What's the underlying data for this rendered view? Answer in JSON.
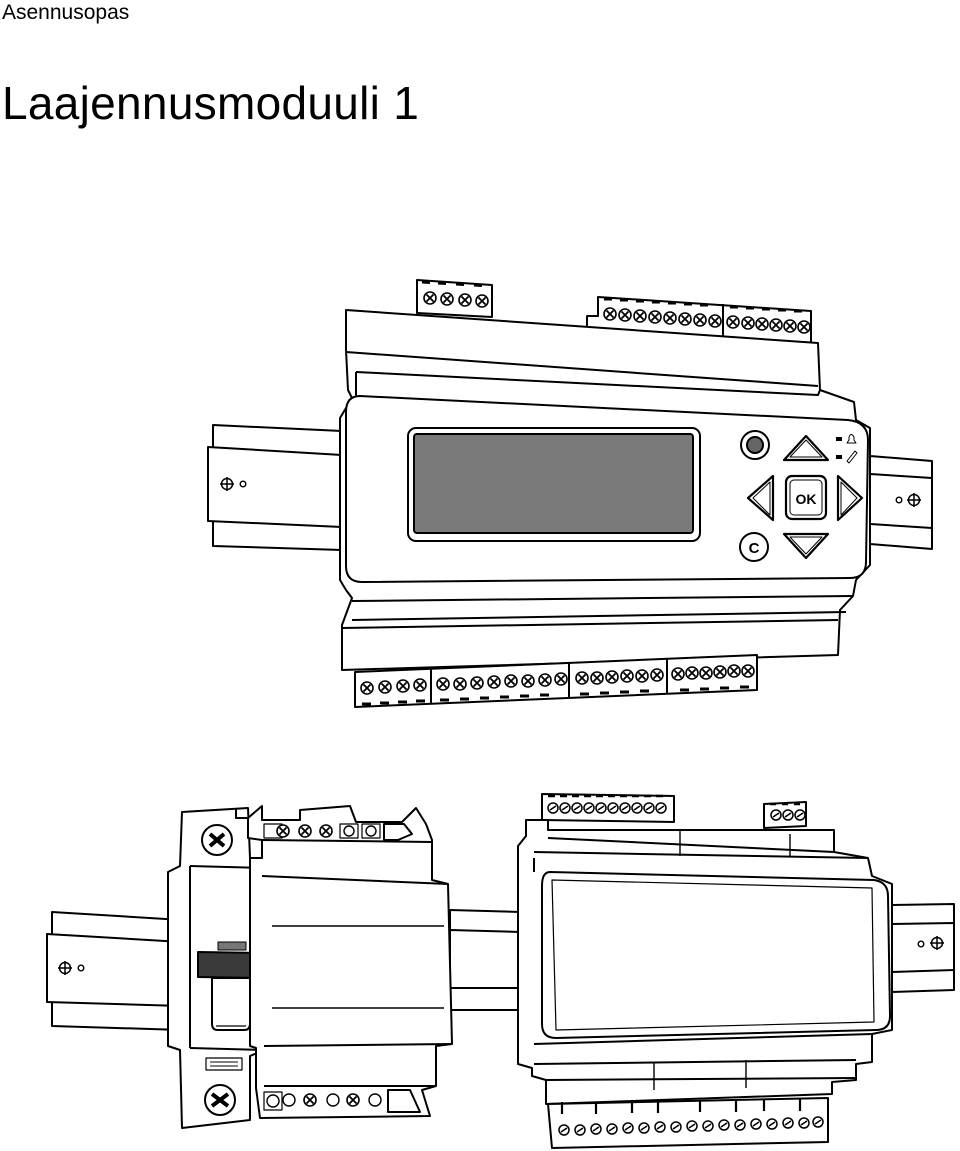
{
  "document": {
    "label": "Asennusopas",
    "title": "Laajennusmoduuli 1"
  },
  "device": {
    "ok_key": "OK",
    "cancel_key": "C"
  },
  "icons": {
    "alarm": "bell-icon",
    "edit": "pencil-icon",
    "din_screw": "circled-plus-icon"
  },
  "colors": {
    "line": "#000000",
    "display": "#7a7a7a",
    "breaker_band": "#3a3a3a",
    "background": "#ffffff"
  }
}
